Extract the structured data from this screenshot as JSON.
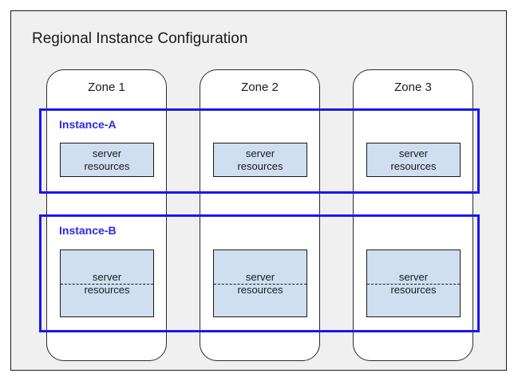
{
  "region": {
    "title": "Regional Instance Configuration",
    "frame_bg": "#f0f0f0",
    "frame_border": "#1a1a1a"
  },
  "zones": [
    {
      "label": "Zone 1"
    },
    {
      "label": "Zone 2"
    },
    {
      "label": "Zone 3"
    }
  ],
  "instances": [
    {
      "label": "Instance-A",
      "accent": "#2a2ae6",
      "resource_label": "server\nresources",
      "divided": false
    },
    {
      "label": "Instance-B",
      "accent": "#2a2ae6",
      "resource_label": "server\nresources",
      "divided": true
    }
  ],
  "resources": {
    "a": [
      {
        "text": "server\nresources"
      },
      {
        "text": "server\nresources"
      },
      {
        "text": "server\nresources"
      }
    ],
    "b": [
      {
        "text": "server\nresources"
      },
      {
        "text": "server\nresources"
      },
      {
        "text": "server\nresources"
      }
    ]
  },
  "colors": {
    "resource_fill": "#cfdff0",
    "resource_border": "#1a1a1a",
    "instance_border": "#1818ee",
    "zone_border": "#2a2a2a",
    "zone_fill": "#ffffff"
  }
}
